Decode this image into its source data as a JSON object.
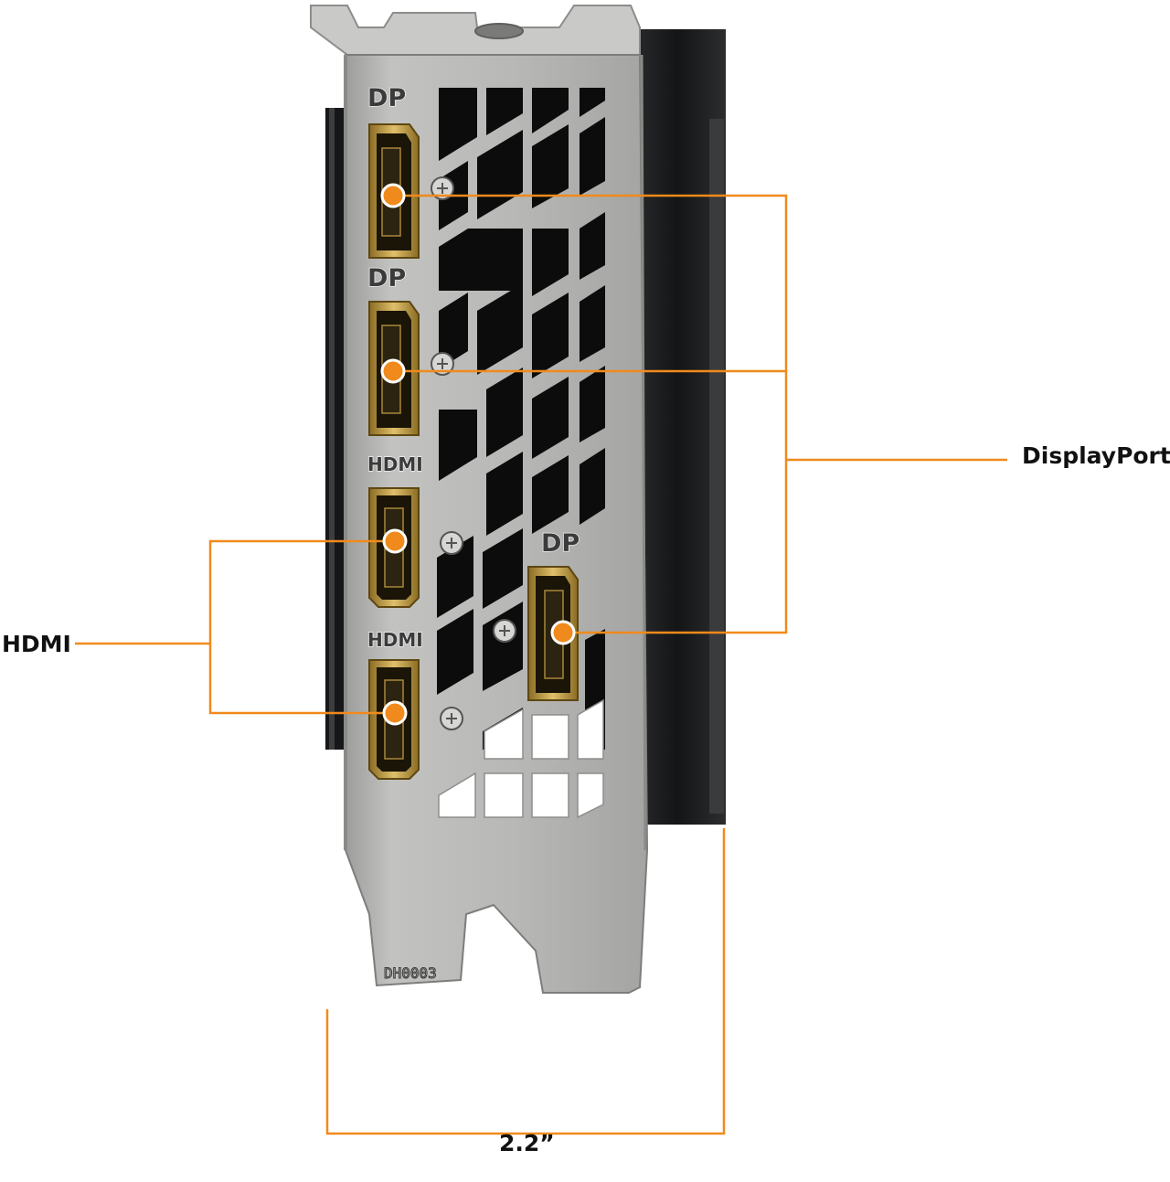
{
  "callouts": {
    "displayport": "DisplayPort",
    "hdmi": "HDMI",
    "width": "2.2”"
  },
  "bracket_labels": {
    "dp_top": "DP",
    "dp_second": "DP",
    "hdmi_upper": "HDMI",
    "hdmi_lower": "HDMI",
    "dp_right": "DP",
    "part_code": "DH0003"
  },
  "colors": {
    "accent_orange": "#f08a1c",
    "bracket_steel": "#b4b4b2",
    "connector_gold": "#c7a24a",
    "card_body": "#1c1d1f",
    "label_text": "#111111"
  }
}
